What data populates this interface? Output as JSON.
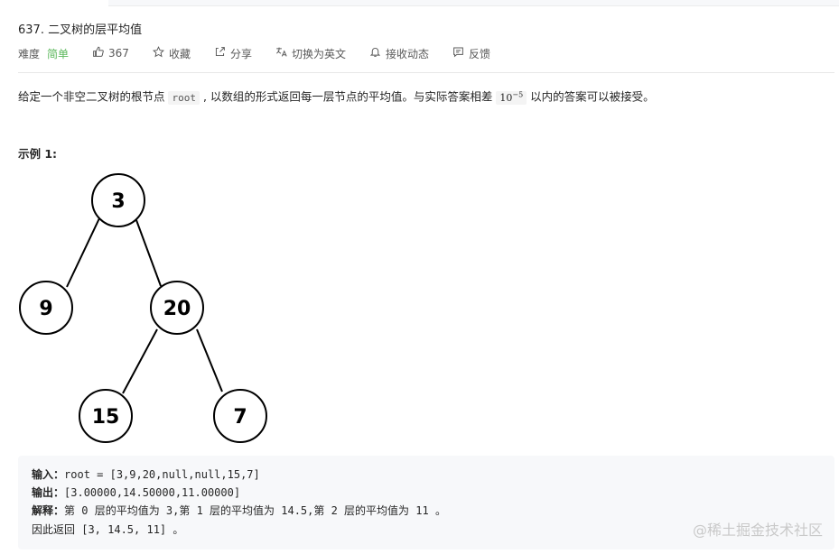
{
  "problem": {
    "title": "637. 二叉树的层平均值",
    "difficulty_label": "难度",
    "difficulty_value": "简单",
    "like_count": "367",
    "actions": {
      "favorite": "收藏",
      "share": "分享",
      "switch_lang": "切换为英文",
      "subscribe": "接收动态",
      "feedback": "反馈"
    }
  },
  "description": {
    "part1": "给定一个非空二叉树的根节点 ",
    "code_root": "root",
    "part2": " , 以数组的形式返回每一层节点的平均值。与实际答案相差 ",
    "math_base": "10",
    "math_exp": "−5",
    "part3": " 以内的答案可以被接受。"
  },
  "example": {
    "title": "示例 1:",
    "tree_nodes": [
      "3",
      "9",
      "20",
      "15",
      "7"
    ],
    "input_label": "输入：",
    "input_value": "root = [3,9,20,null,null,15,7]",
    "output_label": "输出：",
    "output_value": "[3.00000,14.50000,11.00000]",
    "explain_label": "解释：",
    "explain_value": "第 0 层的平均值为 3,第 1 层的平均值为 14.5,第 2 层的平均值为 11 。",
    "conclusion": "因此返回 [3, 14.5, 11] 。"
  },
  "watermark": "@稀土掘金技术社区",
  "colors": {
    "difficulty_easy": "#5cb85c",
    "example_bg": "#f7f8fa"
  },
  "icons": {
    "like": "thumbs-up-icon",
    "favorite": "star-icon",
    "share": "share-icon",
    "translate": "translate-icon",
    "subscribe": "bell-icon",
    "feedback": "feedback-icon"
  }
}
